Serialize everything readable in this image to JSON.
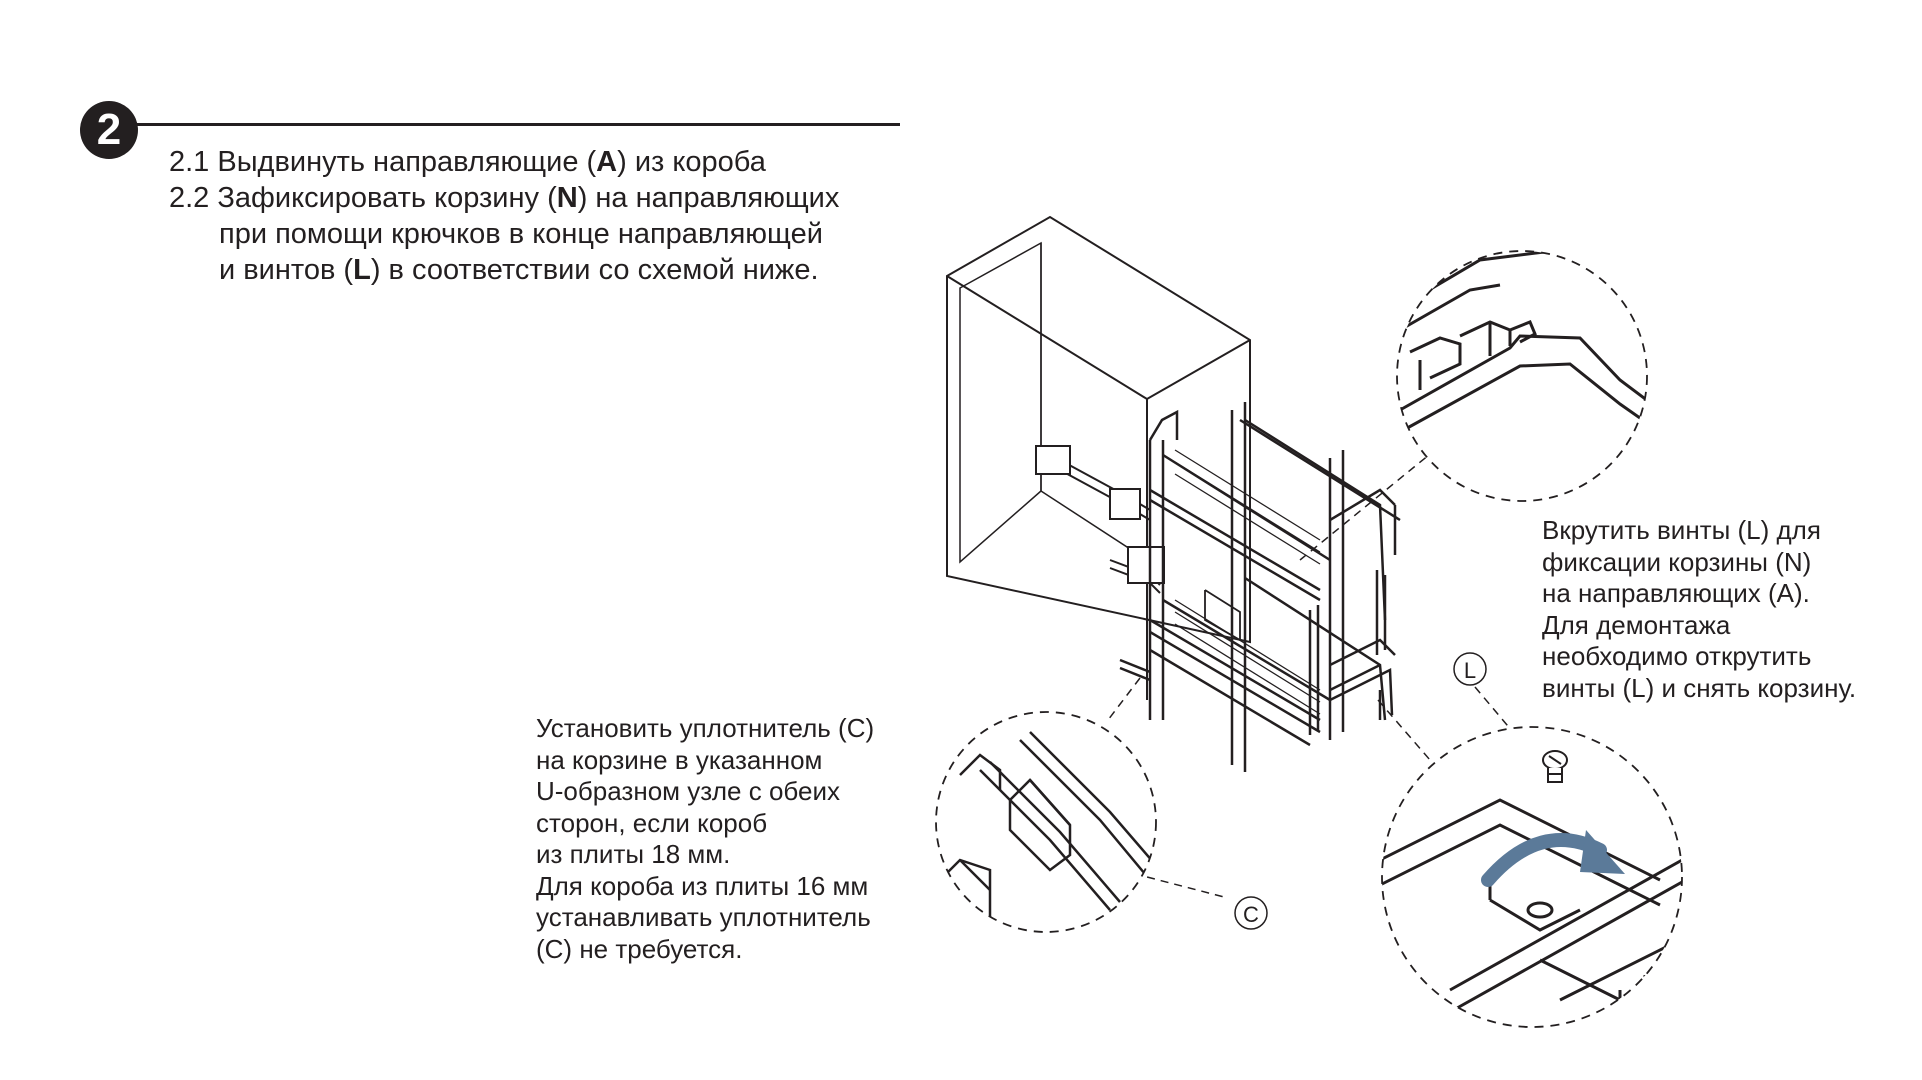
{
  "step": {
    "number": "2",
    "line1": {
      "prefix": "2.1 Выдвинуть направляющие (",
      "bold": "A",
      "suffix": ") из короба"
    },
    "line2": {
      "prefix": "2.2 Зафиксировать корзину (",
      "bold": "N",
      "suffix": ") на направляющих"
    },
    "line3": "при помощи крючков в конце направляющей",
    "line4": {
      "prefix": "и винтов (",
      "bold": "L",
      "suffix": ") в соответствии со схемой ниже."
    }
  },
  "note_screws": [
    "Вкрутить винты (L) для",
    "фиксации корзины (N)",
    "на направляющих (A).",
    "Для демонтажа",
    "необходимо открутить",
    "винты (L) и снять корзину."
  ],
  "note_seal": [
    "Установить уплотнитель (C)",
    "на корзине в указанном",
    "U-образном узле с обеих",
    "сторон, если короб",
    "из плиты 18 мм.",
    "Для короба из плиты 16 мм",
    "устанавливать уплотнитель",
    "(C) не требуется."
  ],
  "labels": {
    "screw": "L",
    "seal": "C"
  },
  "colors": {
    "ink": "#231f20",
    "arrow": "#5b7a99"
  }
}
